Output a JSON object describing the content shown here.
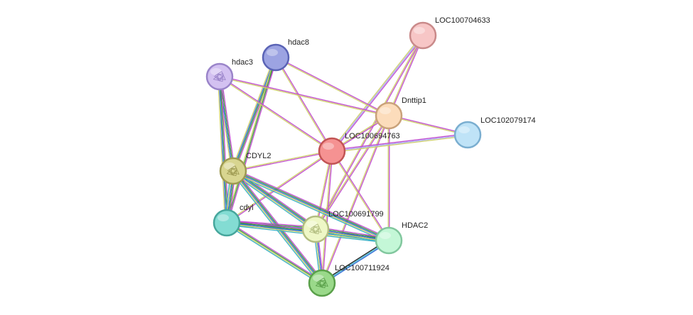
{
  "nodes": [
    {
      "id": "LOC100704633",
      "label": "LOC100704633",
      "color": "#f7c6c6",
      "stroke": "#c98a8a",
      "icon": ""
    },
    {
      "id": "hdac8",
      "label": "hdac8",
      "color": "#9ca3e2",
      "stroke": "#5a63b5",
      "icon": ""
    },
    {
      "id": "hdac3",
      "label": "hdac3",
      "color": "#d3c1f1",
      "stroke": "#9a84c9",
      "icon": "protein-structure-icon"
    },
    {
      "id": "Dnttip1",
      "label": "Dnttip1",
      "color": "#fcdcbb",
      "stroke": "#c9a27a",
      "icon": ""
    },
    {
      "id": "LOC102079174",
      "label": "LOC102079174",
      "color": "#bfe3f7",
      "stroke": "#7aaed0",
      "icon": ""
    },
    {
      "id": "LOC100694763",
      "label": "LOC100694763",
      "color": "#f59292",
      "stroke": "#c25454",
      "icon": ""
    },
    {
      "id": "CDYL2",
      "label": "CDYL2",
      "color": "#d8d590",
      "stroke": "#9e9a52",
      "icon": "protein-structure-icon"
    },
    {
      "id": "cdyl",
      "label": "cdyl",
      "color": "#83dcd3",
      "stroke": "#46a69c",
      "icon": ""
    },
    {
      "id": "LOC100691799",
      "label": "LOC100691799",
      "color": "#eef7c6",
      "stroke": "#b2bd80",
      "icon": "protein-structure-icon"
    },
    {
      "id": "HDAC2",
      "label": "HDAC2",
      "color": "#c4f7d7",
      "stroke": "#82c79e",
      "icon": ""
    },
    {
      "id": "LOC100711924",
      "label": "LOC100711924",
      "color": "#9ad98a",
      "stroke": "#5aa04a",
      "icon": "protein-structure-icon"
    }
  ],
  "edges": [
    {
      "source": "LOC100704633",
      "target": "LOC100694763",
      "evidence": [
        "#c14ed0",
        "#a6a6f0",
        "#cfd06b"
      ]
    },
    {
      "source": "LOC100704633",
      "target": "Dnttip1",
      "evidence": [
        "#c14ed0",
        "#cfd06b"
      ]
    },
    {
      "source": "LOC100704633",
      "target": "LOC100691799",
      "evidence": [
        "#c14ed0",
        "#cfd06b"
      ]
    },
    {
      "source": "hdac8",
      "target": "LOC100694763",
      "evidence": [
        "#c14ed0",
        "#cfd06b"
      ]
    },
    {
      "source": "hdac8",
      "target": "Dnttip1",
      "evidence": [
        "#c14ed0",
        "#cfd06b"
      ]
    },
    {
      "source": "hdac8",
      "target": "CDYL2",
      "evidence": [
        "#c14ed0",
        "#3b9a3b",
        "#2f6ad6",
        "#cfd06b"
      ]
    },
    {
      "source": "hdac8",
      "target": "cdyl",
      "evidence": [
        "#c14ed0",
        "#3b9a3b",
        "#cfd06b"
      ]
    },
    {
      "source": "hdac3",
      "target": "LOC100694763",
      "evidence": [
        "#c14ed0",
        "#cfd06b"
      ]
    },
    {
      "source": "hdac3",
      "target": "Dnttip1",
      "evidence": [
        "#c14ed0",
        "#cfd06b"
      ]
    },
    {
      "source": "hdac3",
      "target": "CDYL2",
      "evidence": [
        "#c14ed0",
        "#3b9a3b",
        "#2f6ad6",
        "#cfd06b"
      ]
    },
    {
      "source": "hdac3",
      "target": "cdyl",
      "evidence": [
        "#c14ed0",
        "#3b9a3b",
        "#2f6ad6",
        "#cfd06b"
      ]
    },
    {
      "source": "Dnttip1",
      "target": "LOC102079174",
      "evidence": [
        "#c14ed0",
        "#cfd06b"
      ]
    },
    {
      "source": "Dnttip1",
      "target": "LOC100694763",
      "evidence": [
        "#c14ed0",
        "#cfd06b"
      ]
    },
    {
      "source": "Dnttip1",
      "target": "HDAC2",
      "evidence": [
        "#c14ed0",
        "#cfd06b"
      ]
    },
    {
      "source": "Dnttip1",
      "target": "LOC100711924",
      "evidence": [
        "#c14ed0",
        "#cfd06b"
      ]
    },
    {
      "source": "Dnttip1",
      "target": "LOC100691799",
      "evidence": [
        "#c14ed0",
        "#cfd06b"
      ]
    },
    {
      "source": "LOC100694763",
      "target": "LOC102079174",
      "evidence": [
        "#c14ed0",
        "#a6a6f0",
        "#cfd06b"
      ]
    },
    {
      "source": "LOC100694763",
      "target": "CDYL2",
      "evidence": [
        "#c14ed0",
        "#cfd06b"
      ]
    },
    {
      "source": "LOC100694763",
      "target": "cdyl",
      "evidence": [
        "#c14ed0",
        "#cfd06b"
      ]
    },
    {
      "source": "LOC100694763",
      "target": "LOC100691799",
      "evidence": [
        "#c14ed0",
        "#cfd06b"
      ]
    },
    {
      "source": "LOC100694763",
      "target": "HDAC2",
      "evidence": [
        "#c14ed0",
        "#cfd06b"
      ]
    },
    {
      "source": "LOC100694763",
      "target": "LOC100711924",
      "evidence": [
        "#c14ed0",
        "#cfd06b"
      ]
    },
    {
      "source": "CDYL2",
      "target": "cdyl",
      "evidence": [
        "#c14ed0",
        "#3b9a3b",
        "#2f6ad6",
        "#cfd06b",
        "#3fb3c7"
      ]
    },
    {
      "source": "CDYL2",
      "target": "LOC100691799",
      "evidence": [
        "#c14ed0",
        "#3b9a3b",
        "#2f6ad6",
        "#cfd06b",
        "#3fb3c7"
      ]
    },
    {
      "source": "CDYL2",
      "target": "HDAC2",
      "evidence": [
        "#c14ed0",
        "#3b9a3b",
        "#2f6ad6",
        "#cfd06b",
        "#3fb3c7"
      ]
    },
    {
      "source": "CDYL2",
      "target": "LOC100711924",
      "evidence": [
        "#c14ed0",
        "#3b9a3b",
        "#2f6ad6",
        "#cfd06b",
        "#3fb3c7"
      ]
    },
    {
      "source": "cdyl",
      "target": "LOC100691799",
      "evidence": [
        "#c14ed0",
        "#3b9a3b",
        "#2f6ad6",
        "#cfd06b",
        "#3fb3c7"
      ]
    },
    {
      "source": "cdyl",
      "target": "HDAC2",
      "evidence": [
        "#c14ed0",
        "#3b9a3b",
        "#2f6ad6",
        "#cfd06b",
        "#3fb3c7"
      ]
    },
    {
      "source": "cdyl",
      "target": "LOC100711924",
      "evidence": [
        "#c14ed0",
        "#3b9a3b",
        "#cfd06b",
        "#3fb3c7"
      ]
    },
    {
      "source": "LOC100691799",
      "target": "HDAC2",
      "evidence": [
        "#c14ed0",
        "#3b9a3b",
        "#2f6ad6",
        "#cfd06b",
        "#3fb3c7"
      ]
    },
    {
      "source": "LOC100691799",
      "target": "LOC100711924",
      "evidence": [
        "#c14ed0",
        "#2f6ad6",
        "#cfd06b",
        "#3fb3c7"
      ]
    },
    {
      "source": "HDAC2",
      "target": "LOC100711924",
      "evidence": [
        "#2f6ad6",
        "#3fb3c7",
        "#1a1a1a"
      ]
    }
  ]
}
